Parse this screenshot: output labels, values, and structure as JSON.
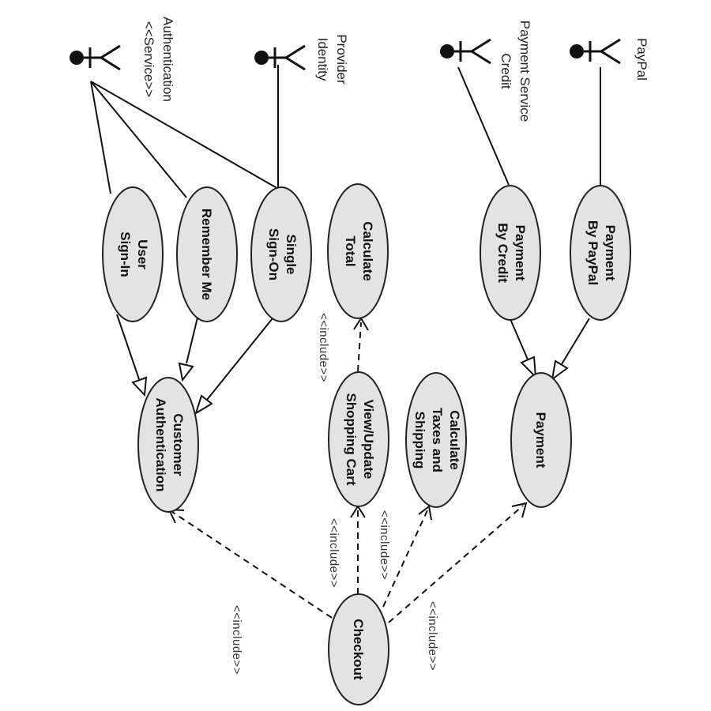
{
  "actors": {
    "service_auth": {
      "stereotype": "<<Service>>",
      "name": "Authentication"
    },
    "identity_provider": {
      "lines": [
        "Identity",
        "Provider"
      ]
    },
    "credit_payment": {
      "lines": [
        "Credit",
        "Payment Service"
      ]
    },
    "paypal": {
      "lines": [
        "PayPal"
      ]
    }
  },
  "use_cases": {
    "user_sign_in": [
      "User",
      "Sign-In"
    ],
    "remember_me": [
      "Remember Me"
    ],
    "single_sign_on": [
      "Single",
      "Sign-On"
    ],
    "calculate_total": [
      "Calculate",
      "Total"
    ],
    "payment_by_credit": [
      "Payment",
      "By Credit"
    ],
    "payment_by_paypal": [
      "Payment",
      "By PayPal"
    ],
    "customer_authentication": [
      "Customer",
      "Authentication"
    ],
    "view_update_cart": [
      "View/Update",
      "Shopping Cart"
    ],
    "calculate_taxes": [
      "Calculate",
      "Taxes and",
      "Shipping"
    ],
    "payment": [
      "Payment"
    ],
    "checkout": [
      "Checkout"
    ]
  },
  "include_label": "<<include>>"
}
